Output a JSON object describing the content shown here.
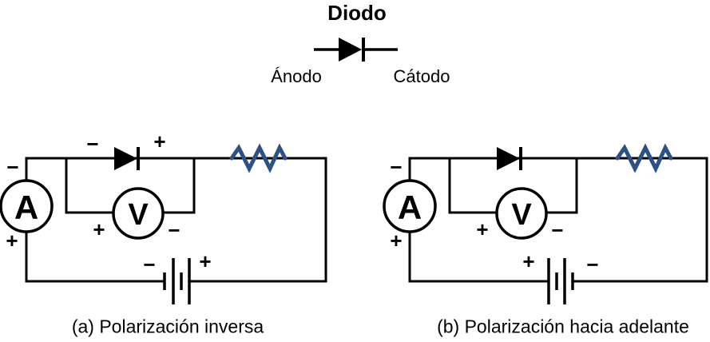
{
  "legend": {
    "title": "Diodo",
    "anode_label": "Ánodo",
    "cathode_label": "Cátodo"
  },
  "circuit_a": {
    "caption": "(a) Polarización inversa",
    "ammeter_label": "A",
    "ammeter_top_sign": "−",
    "ammeter_bottom_sign": "+",
    "diode_left_sign": "−",
    "diode_right_sign": "+",
    "voltmeter_label": "V",
    "voltmeter_left_sign": "+",
    "voltmeter_right_sign": "−",
    "battery_left_sign": "−",
    "battery_right_sign": "+"
  },
  "circuit_b": {
    "caption": "(b) Polarización hacia adelante",
    "ammeter_label": "A",
    "ammeter_top_sign": "−",
    "ammeter_bottom_sign": "+",
    "voltmeter_label": "V",
    "voltmeter_left_sign": "+",
    "voltmeter_right_sign": "−",
    "battery_left_sign": "+",
    "battery_right_sign": "−"
  },
  "colors": {
    "wire": "#000000",
    "resistor_blue": "#2d5183",
    "background": "#ffffff"
  }
}
